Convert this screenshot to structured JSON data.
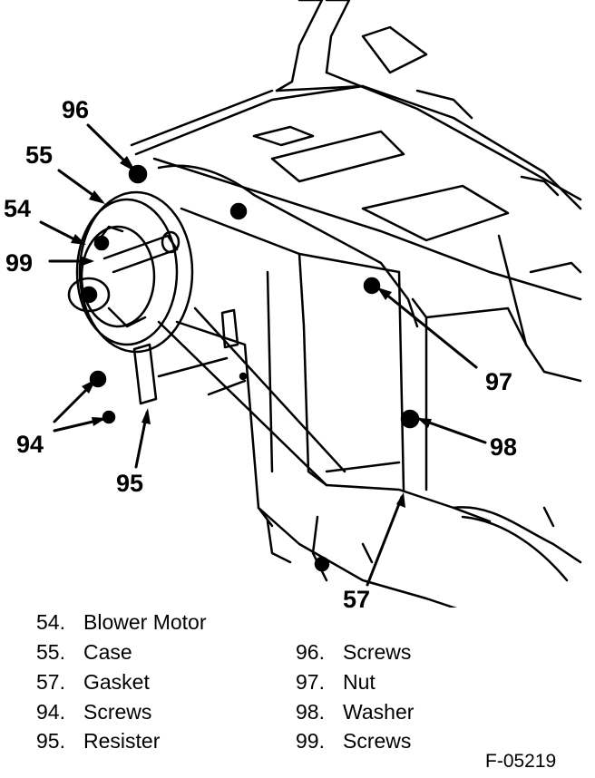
{
  "callouts": {
    "c96": "96",
    "c55": "55",
    "c54": "54",
    "c99": "99",
    "c94": "94",
    "c95": "95",
    "c97": "97",
    "c98": "98",
    "c57": "57"
  },
  "legend": [
    {
      "num": "54.",
      "label": "Blower Motor"
    },
    {
      "num": "55.",
      "label": "Case"
    },
    {
      "num": "57.",
      "label": "Gasket"
    },
    {
      "num": "94.",
      "label": "Screws"
    },
    {
      "num": "95.",
      "label": "Resister"
    },
    {
      "num": "96.",
      "label": "Screws"
    },
    {
      "num": "97.",
      "label": "Nut"
    },
    {
      "num": "98.",
      "label": "Washer"
    },
    {
      "num": "99.",
      "label": "Screws"
    }
  ],
  "figure_id": "F-05219"
}
